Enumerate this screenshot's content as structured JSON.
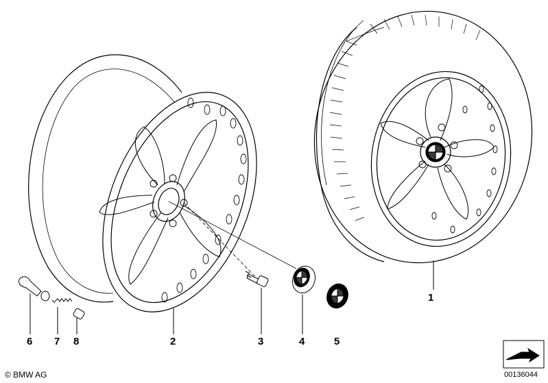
{
  "diagram": {
    "callouts": [
      {
        "id": "1",
        "text": "1"
      },
      {
        "id": "2",
        "text": "2"
      },
      {
        "id": "3",
        "text": "3"
      },
      {
        "id": "4",
        "text": "4"
      },
      {
        "id": "5",
        "text": "5"
      },
      {
        "id": "6",
        "text": "6"
      },
      {
        "id": "7",
        "text": "7"
      },
      {
        "id": "8",
        "text": "8"
      }
    ],
    "copyright": "© BMW AG",
    "doc_number": "00136044",
    "colors": {
      "line": "#000000",
      "fill": "#ffffff",
      "logo_blue": "#3a3a3a"
    }
  }
}
